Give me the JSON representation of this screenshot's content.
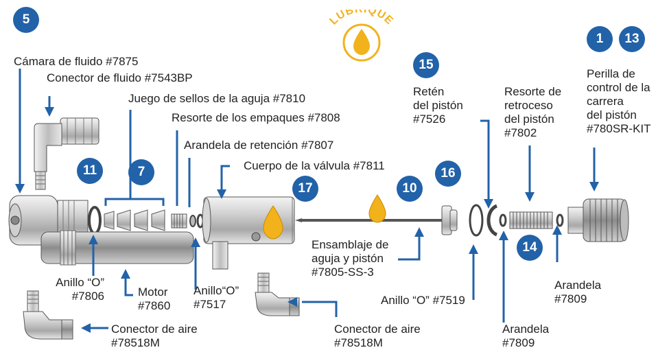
{
  "badges": {
    "b5": "5",
    "b7": "7",
    "b11": "11",
    "b17": "17",
    "b10": "10",
    "b16": "16",
    "b15": "15",
    "b14": "14",
    "b1": "1",
    "b13": "13"
  },
  "lubricate": "LUBRIQUE",
  "labels": {
    "fluid_chamber": "Cámara de fluido #7875",
    "fluid_connector": "Conector de fluido #7543BP",
    "needle_seals": "Juego de sellos de la aguja #7810",
    "packing_spring": "Resorte de los empaques #7808",
    "retaining_washer": "Arandela de retención #7807",
    "valve_body": "Cuerpo de la válvula #7811",
    "piston_retainer": [
      "Retén",
      "del pistón",
      "#7526"
    ],
    "return_spring": [
      "Resorte de",
      "retroceso",
      "del pistón",
      "#7802"
    ],
    "stroke_knob": [
      "Perilla de",
      "control de la",
      "carrera",
      "del pistón",
      "#780SR-KIT"
    ],
    "needle_piston": [
      "Ensamblaje de",
      "aguja y pistón",
      "#7805-SS-3"
    ],
    "oring_7806": [
      "Anillo “O”",
      "#7806"
    ],
    "motor": [
      "Motor",
      "#7860"
    ],
    "oring_7517": [
      "Anillo“O”",
      "#7517"
    ],
    "oring_7519": "Anillo “O” #7519",
    "washer_right": [
      "Arandela",
      "#7809"
    ],
    "washer_bottom": [
      "Arandela",
      "#7809"
    ],
    "air_connector_left": [
      "Conector de aire",
      "#78518M"
    ],
    "air_connector_right": [
      "Conector de aire",
      "#78518M"
    ]
  },
  "colors": {
    "badge": "#2262a8",
    "arrow": "#2262a8",
    "lube": "#f2b21b",
    "lube_text": "#f2b21b"
  }
}
